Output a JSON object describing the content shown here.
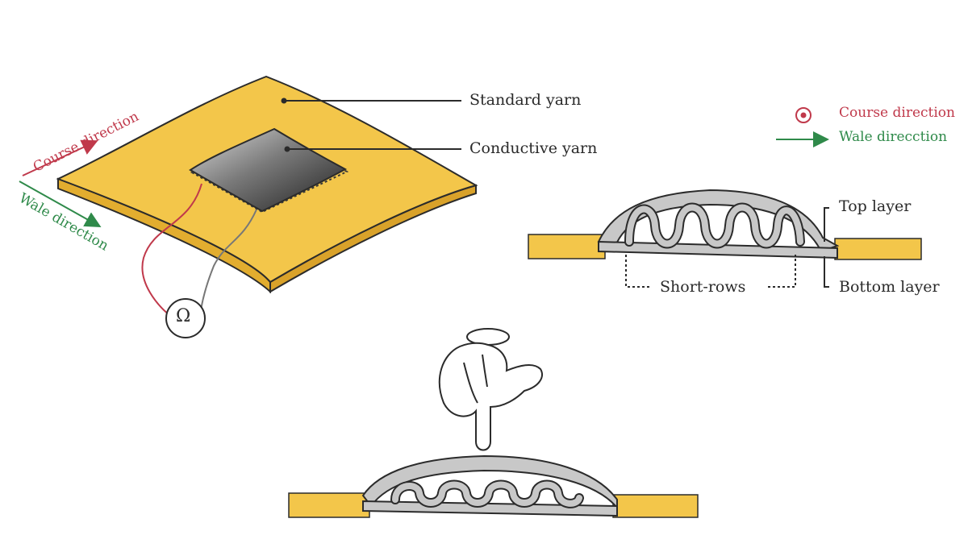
{
  "labels": {
    "standard_yarn": "Standard yarn",
    "conductive_yarn": "Conductive yarn",
    "course_direction_diag": "Course direction",
    "wale_direction_diag": "Wale direction",
    "ohm_symbol": "Ω",
    "legend_course": "Course direction",
    "legend_wale": "Wale direcction",
    "top_layer": "Top layer",
    "bottom_layer": "Bottom layer",
    "short_rows": "Short-rows"
  },
  "colors": {
    "fabric_yellow": "#f3c64a",
    "fabric_edge": "#2b2b2b",
    "conductive_dark": "#3a3a3a",
    "knit_gray": "#c8c8c8",
    "course_red": "#c0394b",
    "wale_green": "#2f8a4a"
  },
  "icons": {
    "hand": "pointing-hand-icon",
    "ohmmeter": "ohmmeter-icon",
    "course_symbol": "dot-in-circle-icon"
  }
}
